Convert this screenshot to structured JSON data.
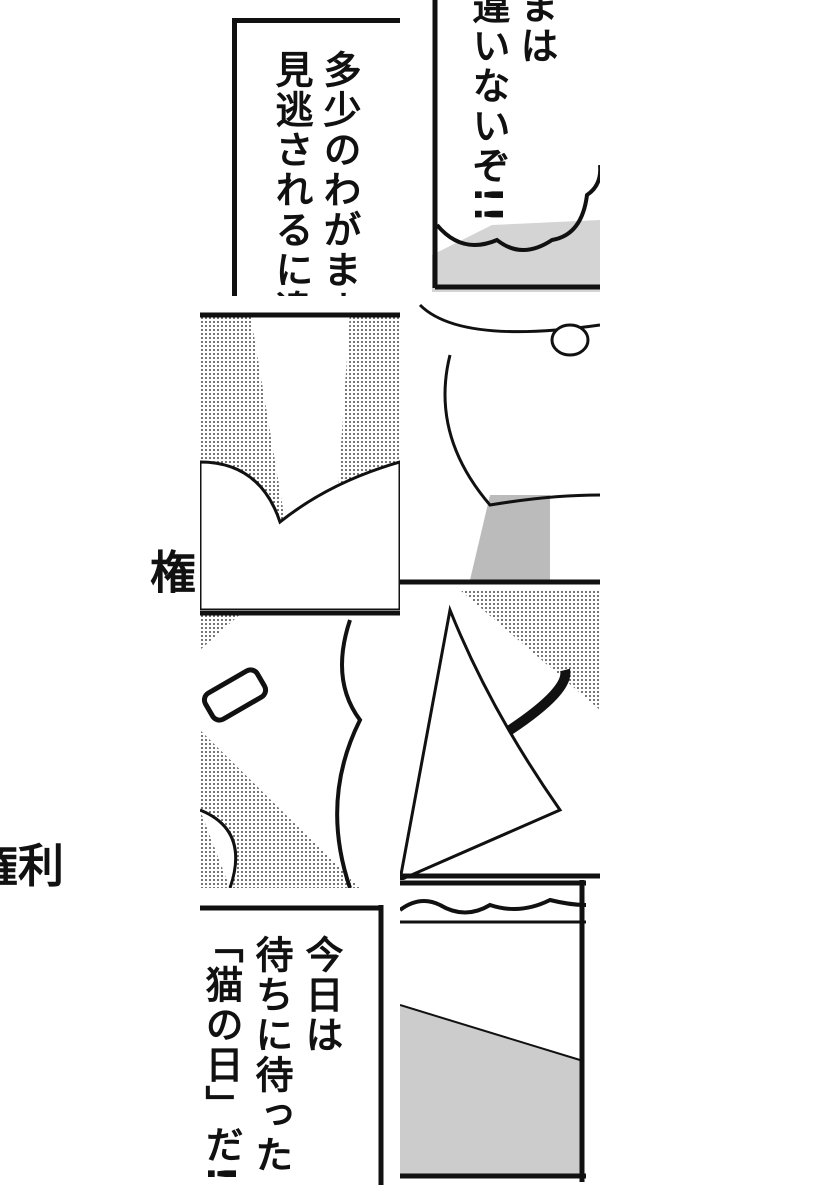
{
  "panels": {
    "top_left": {
      "lines": [
        "多少のわがまま",
        "見逃されるに違"
      ]
    },
    "top_right": {
      "lines": [
        "まは",
        "違いないぞ!!"
      ]
    },
    "sfx_1": "権",
    "sfx_2": "権利",
    "bottom_left": {
      "lines": [
        "今日は",
        "待ちに待った",
        "「猫の日」だ!"
      ]
    }
  }
}
